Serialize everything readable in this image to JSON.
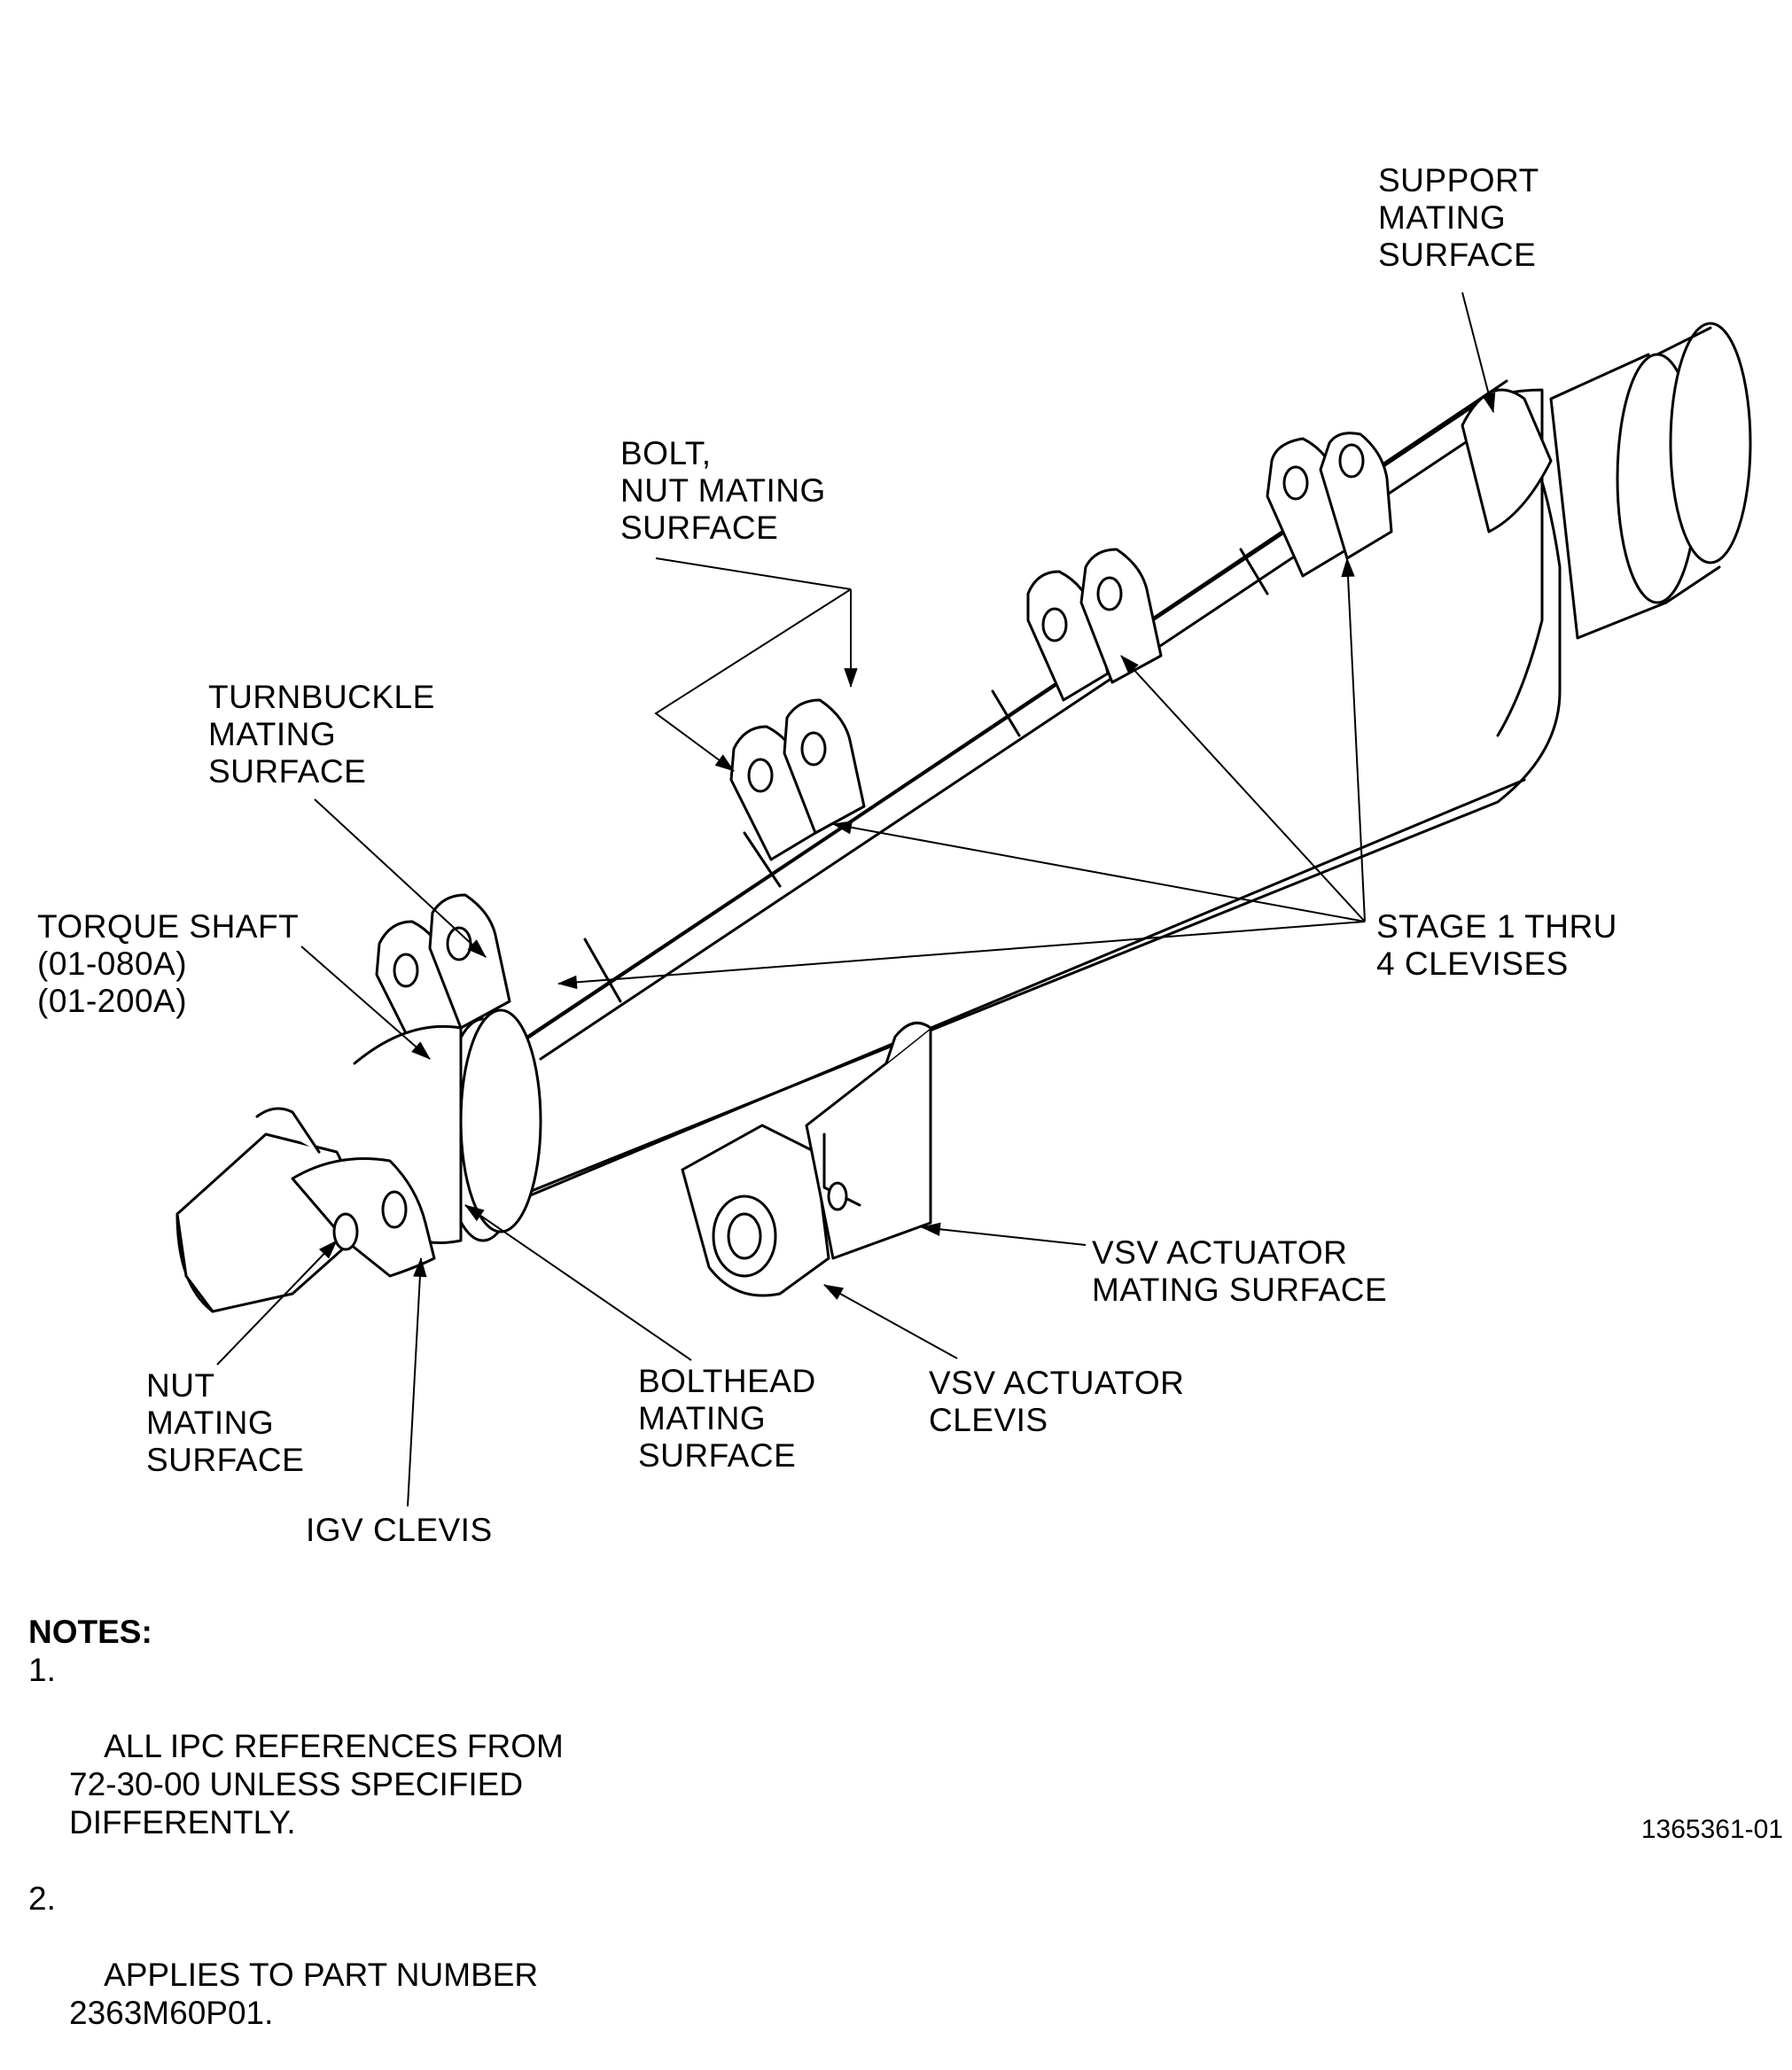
{
  "labels": {
    "support_mating_surface": "SUPPORT\nMATING\nSURFACE",
    "bolt_nut_mating_surface": "BOLT,\nNUT MATING\nSURFACE",
    "turnbuckle_mating_surface": "TURNBUCKLE\nMATING\nSURFACE",
    "torque_shaft": "TORQUE SHAFT\n(01-080A)\n(01-200A)",
    "stage_clevises": "STAGE 1 THRU\n4 CLEVISES",
    "vsv_actuator_mating_surface": "VSV ACTUATOR\nMATING SURFACE",
    "vsv_actuator_clevis": "VSV ACTUATOR\nCLEVIS",
    "bolthead_mating_surface": "BOLTHEAD\nMATING\nSURFACE",
    "nut_mating_surface": "NUT\nMATING\nSURFACE",
    "igv_clevis": "IGV CLEVIS"
  },
  "notes": {
    "title": "NOTES:",
    "items": [
      {
        "num": "1.",
        "text": "ALL IPC REFERENCES FROM\n72-30-00 UNLESS SPECIFIED\nDIFFERENTLY."
      },
      {
        "num": "2.",
        "text": "APPLIES TO PART NUMBER\n2363M60P01."
      }
    ]
  },
  "figure_number": "1365361-01"
}
